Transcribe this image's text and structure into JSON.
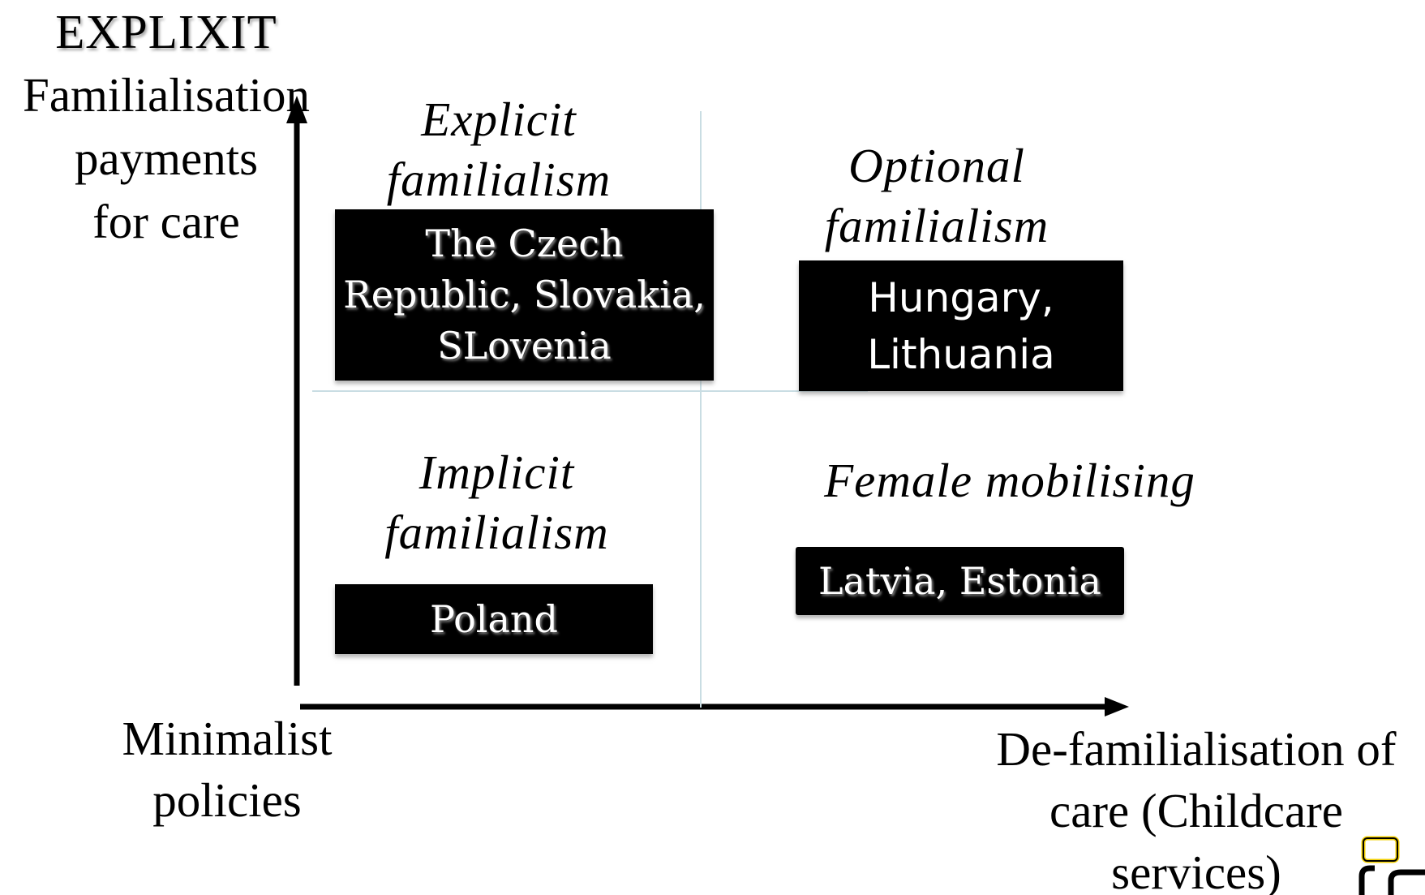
{
  "axes": {
    "y": {
      "heading": "EXPLIXIT",
      "label_lines": [
        "Familialisation",
        "payments",
        "for care"
      ]
    },
    "origin_label_lines": [
      "Minimalist",
      "policies"
    ],
    "x": {
      "label_lines": [
        "De-familialisation of",
        "care (Childcare",
        "services)"
      ]
    }
  },
  "quadrants": {
    "top_left": {
      "heading_lines": [
        "Explicit",
        "familialism"
      ],
      "countries_lines": [
        "The Czech",
        "Republic, Slovakia,",
        "SLovenia"
      ]
    },
    "top_right": {
      "heading_lines": [
        "Optional",
        "familialism"
      ],
      "countries_lines": [
        "Hungary,",
        "Lithuania"
      ]
    },
    "bottom_left": {
      "heading_lines": [
        "Implicit",
        "familialism"
      ],
      "countries_lines": [
        "Poland"
      ]
    },
    "bottom_right": {
      "heading_lines": [
        "Female mobilising"
      ],
      "countries_lines": [
        "Latvia, Estonia"
      ]
    }
  },
  "colors": {
    "box_fill": "#000000",
    "box_text": "#ffffff",
    "divider": "#c9dde3",
    "logo_accent": "#f2cf00"
  },
  "icons": [
    "corner-logo-icon"
  ]
}
